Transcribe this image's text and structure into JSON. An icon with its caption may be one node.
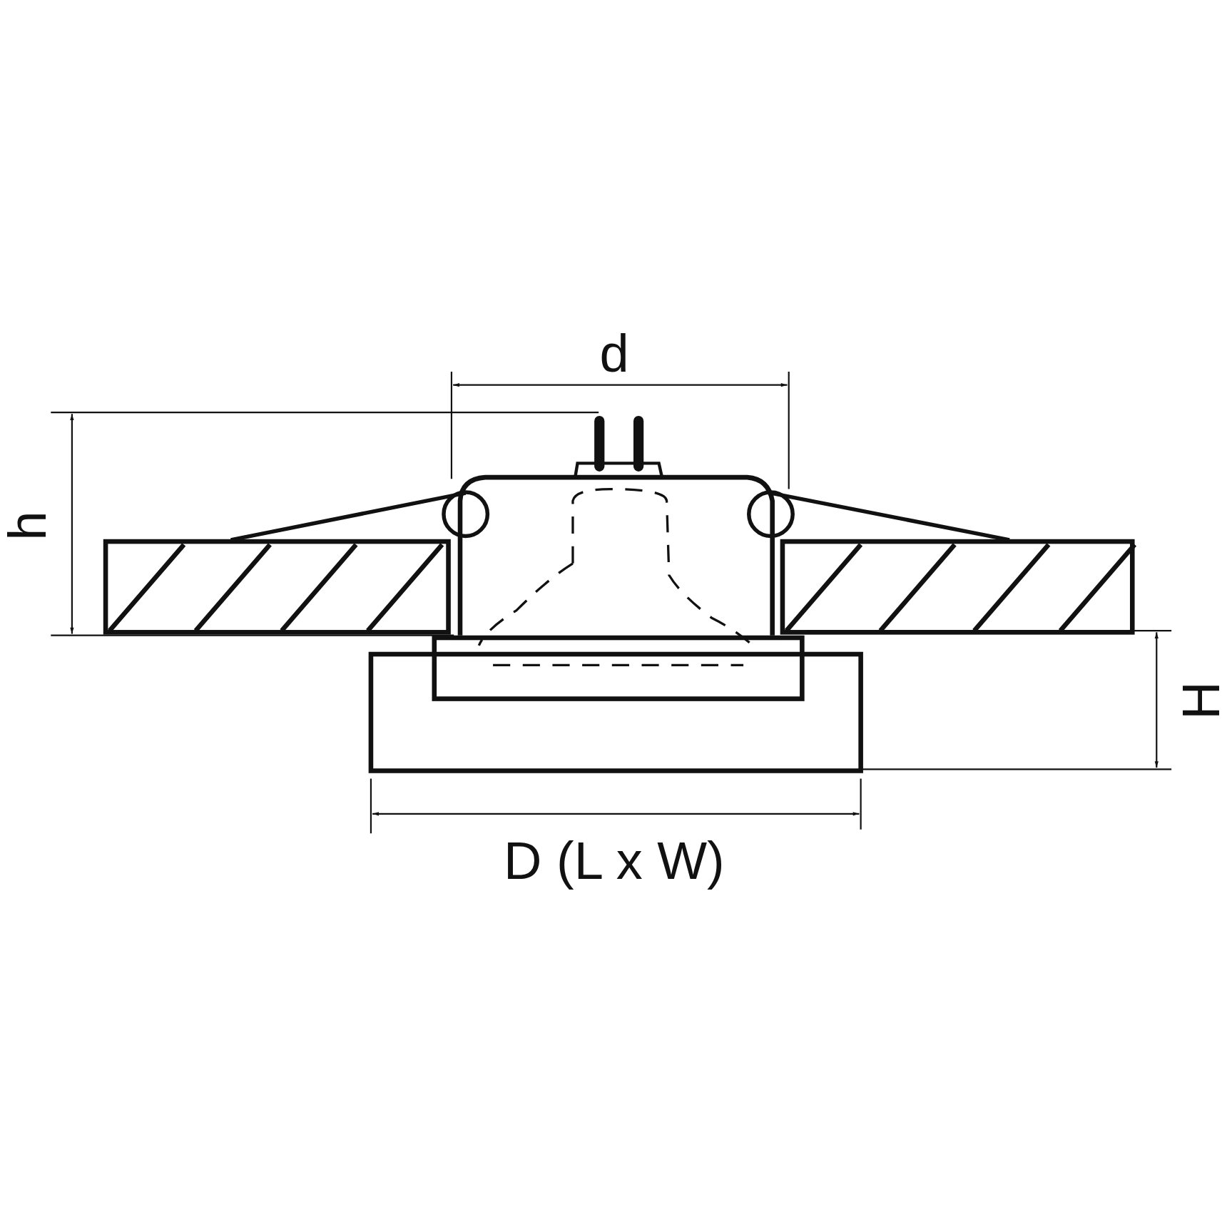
{
  "diagram": {
    "labels": [
      "d",
      "h",
      "H",
      "D (L x W)"
    ]
  }
}
